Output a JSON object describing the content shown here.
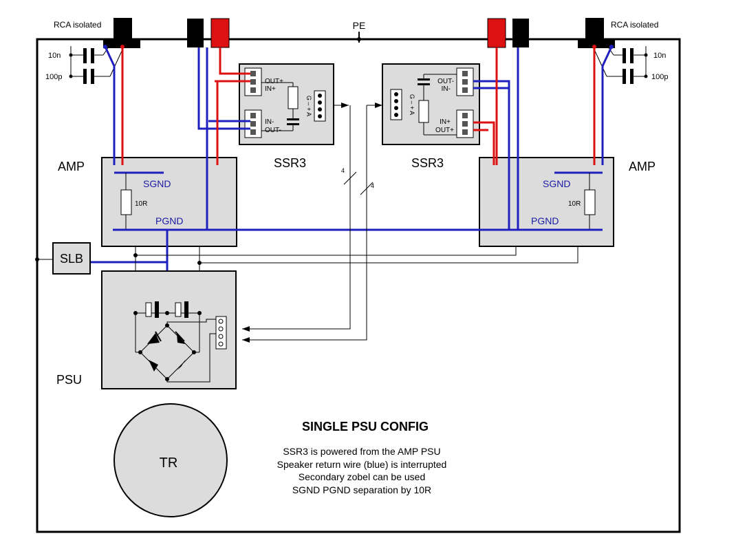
{
  "labels": {
    "pe": "PE",
    "rca_left": "RCA isolated",
    "rca_right": "RCA isolated",
    "cap_10n_left": "10n",
    "cap_100p_left": "100p",
    "cap_10n_right": "10n",
    "cap_100p_right": "100p",
    "amp_left": "AMP",
    "amp_right": "AMP",
    "sgnd_left": "SGND",
    "pgnd_left": "PGND",
    "sgnd_right": "SGND",
    "pgnd_right": "PGND",
    "res_left": "10R",
    "res_right": "10R",
    "ssr_left": "SSR3",
    "ssr_right": "SSR3",
    "ssr_left_out_plus": "OUT+",
    "ssr_left_in_plus": "IN+",
    "ssr_left_in_minus": "IN-",
    "ssr_left_out_minus": "OUT-",
    "ssr_right_out_minus": "OUT-",
    "ssr_right_in_minus": "IN-",
    "ssr_right_in_plus": "IN+",
    "ssr_right_out_plus": "OUT+",
    "ssr_left_conn": "G – + A",
    "ssr_right_conn": "G – + A",
    "bus_count_1": "4",
    "bus_count_2": "4",
    "slb": "SLB",
    "psu": "PSU",
    "transformer": "TR"
  },
  "notes": {
    "title": "SINGLE PSU CONFIG",
    "lines": [
      "SSR3 is powered from the AMP PSU",
      "Speaker return wire (blue) is interrupted",
      "Secondary zobel can be used",
      "SGND PGND separation by 10R"
    ]
  },
  "colors": {
    "signal_ground_wire": "#1f1fbf",
    "speaker_hot_wire": "#dd1111",
    "module_fill": "#dcdcdc"
  }
}
